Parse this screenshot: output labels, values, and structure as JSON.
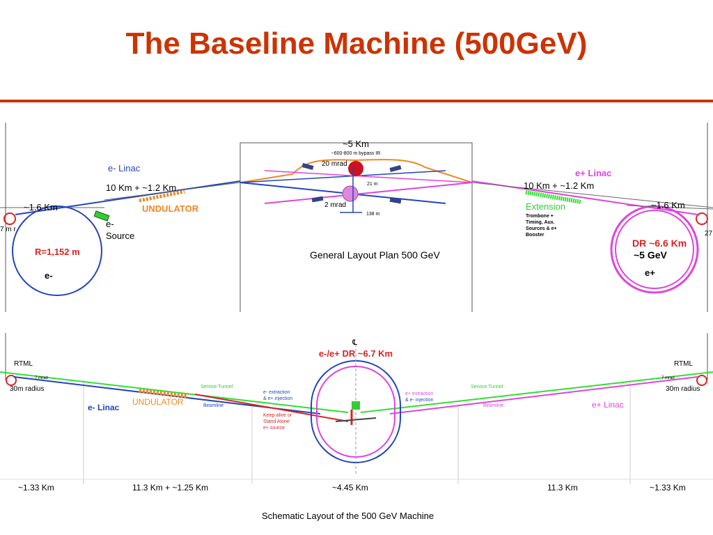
{
  "slide": {
    "title": "The Baseline Machine (500GeV)"
  },
  "top_diagram": {
    "ir_span": "~5 Km",
    "bypass_ir": "~600-800 m bypass IR",
    "mrad_20": "20 mrad",
    "mrad_2": "2 mrad",
    "dim_21m": "21 m",
    "dim_138m": "138 m",
    "e_minus_linac": "e- Linac",
    "e_plus_linac": "e+ Linac",
    "left_length": "10 Km + ~1.2 Km",
    "right_length": "10 Km + ~1.2 Km",
    "undulator": "UNDULATOR",
    "extension": "Extension",
    "extension_note": [
      "Trombone +",
      "Timing, Aux.",
      "Sources & e+",
      "Booster"
    ],
    "left_rtml": "~1.6 Km",
    "right_rtml": "~1.6 Km",
    "left_edge_label": "7 m r",
    "right_edge_label": "27",
    "e_source": [
      "e-",
      "Source"
    ],
    "left_ring_radius": "R=1,152 m",
    "left_ring_label": "e-",
    "right_ring_dr": "DR ~6.6 Km",
    "right_ring_5km": "~5 GeV",
    "right_ring_label": "e+",
    "caption": "General Layout Plan 500 GeV"
  },
  "bottom_diagram": {
    "centerline": "℄",
    "dr_label": "e-/e+ DR ~6.7 Km",
    "left_rtml": "RTML",
    "right_rtml": "RTML",
    "left_mrad": "7 mrad",
    "right_mrad": "7 mrad",
    "left_radius": "30m radius",
    "right_radius": "30m radius",
    "left_linac": "e- Linac",
    "right_linac": "e+ Linac",
    "undulator": "UNDULATOR",
    "left_service_tunnel": "Service Tunnel",
    "right_service_tunnel": "Service Tunnel",
    "left_beamline": "Beamline",
    "right_beamline": "Beamline",
    "e_extraction_left": [
      "e- extraction",
      "& e+ injection"
    ],
    "e_extraction_right": [
      "e+ extraction",
      "& e- injection"
    ],
    "keep_alive": [
      "Keep-alive or",
      "Stand Alone",
      "e+ source"
    ],
    "dims": [
      "~1.33 Km",
      "11.3 Km + ~1.25 Km",
      "~4.45 Km",
      "11.3 Km",
      "~1.33 Km"
    ],
    "caption": "Schematic Layout of the 500 GeV Machine"
  },
  "colors": {
    "title": "#cc3300",
    "blue": "#2244bb",
    "magenta": "#dd44dd",
    "orange": "#ee8822",
    "green": "#33dd33",
    "red": "#dd2222"
  }
}
